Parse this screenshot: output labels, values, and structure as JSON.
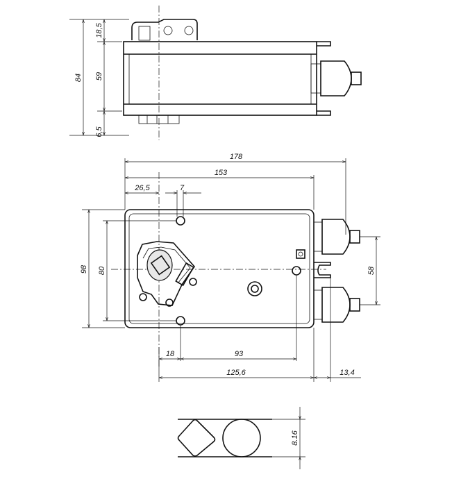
{
  "drawing": {
    "top_view": {
      "dims": {
        "total_height": "84",
        "top": "18,5",
        "middle": "59",
        "bottom": "6,5"
      }
    },
    "front_view": {
      "dims": {
        "overall_length": "178",
        "body_length": "153",
        "hole_offset": "26,5",
        "hole_diameter": "7",
        "overall_height": "98",
        "hole_spacing": "80",
        "connector_spacing": "58",
        "offset_bottom": "18",
        "hole_to_hole": "93",
        "axis_to_slot": "125,6",
        "connector_protrusion": "13,4"
      }
    },
    "shaft_profile": {
      "dims": {
        "shaft_range": "8.16"
      }
    }
  }
}
